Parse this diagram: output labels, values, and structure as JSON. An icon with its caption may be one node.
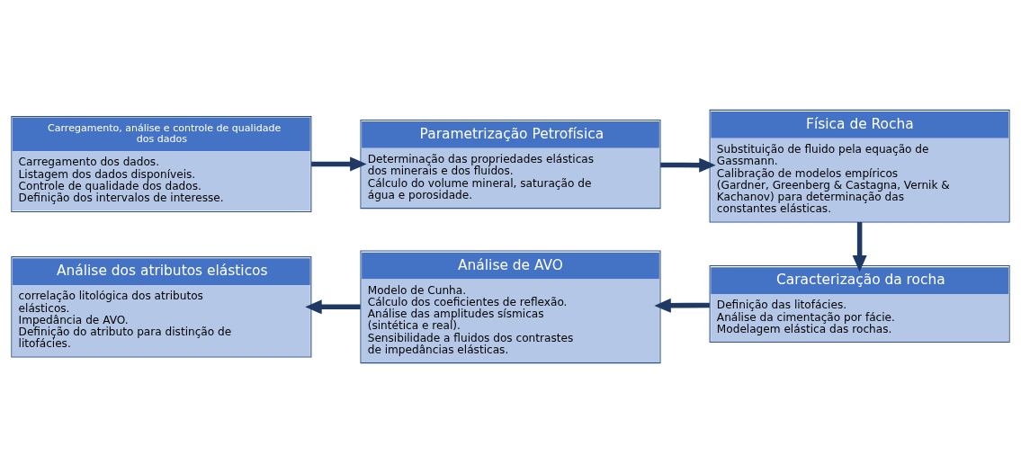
{
  "diagram": {
    "nodes": [
      {
        "text": [
          "Carregamento, análise e controle de qualidade dos dados",
          "Carregamento dos dados. Listagem dos dados disponíveis. Controle de qualidade dos dados. Definição dos intervalos de interesse."
        ]
      },
      {
        "text": [
          "Parametrização Petrofísica",
          "Determinação das propriedades elásticas dos minerais e dos fluidos. Cálculo do volume mineral, saturação de água e porosidade."
        ]
      },
      {
        "text": [
          "Física de Rocha",
          "Substituição de fluido pela equação de Gassmann. Calibração de modelos empíricos (Gardner, Greenberg & Castagna, Vernik & Kachanov) para determinação das constantes elásticas."
        ]
      },
      {
        "text": [
          "Análise dos atributos elásticos",
          "correlação litológica dos atributos elásticos. Impedância de AVO. Definição do atributo para distinção de litofácies."
        ]
      },
      {
        "text": [
          "Análise de AVO",
          "Modelo de Cunha. Cálculo dos coeficientes de reflexão. Análise das amplitudes sísmicas (sintética e real). Sensibilidade a fluidos dos contrastes de impedâncias elásticas."
        ]
      },
      {
        "text": [
          "Caracterização da rocha",
          "Definição das litofácies. Análise da cimentação por fácie. Modelagem elástica das rochas."
        ]
      }
    ],
    "edges": [
      {
        "from": 0,
        "to": 1,
        "arrow": "to"
      },
      {
        "from": 1,
        "to": 2,
        "arrow": "to"
      },
      {
        "from": 2,
        "to": 5,
        "arrow": "to"
      },
      {
        "from": 5,
        "to": 4,
        "arrow": "to"
      },
      {
        "from": 4,
        "to": 3,
        "arrow": "to"
      }
    ]
  }
}
